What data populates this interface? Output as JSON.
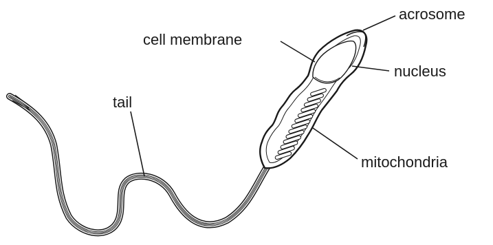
{
  "labels": {
    "acrosome": "acrosome",
    "cell_membrane": "cell membrane",
    "nucleus": "nucleus",
    "tail": "tail",
    "mitochondria": "mitochondria"
  },
  "colors": {
    "line": "#1a1a1a",
    "background": "#ffffff"
  },
  "mitochondria_bands": 13
}
